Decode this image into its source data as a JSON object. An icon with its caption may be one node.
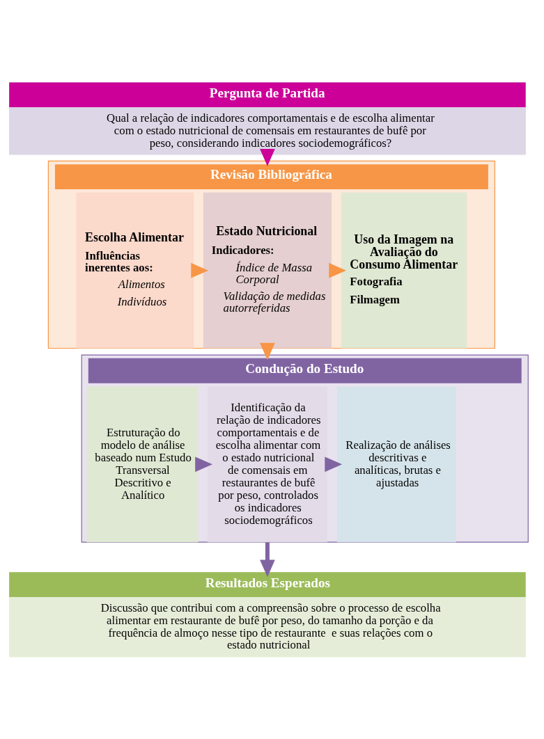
{
  "diagram": {
    "nodes": [
      {
        "text": [
          "Pergunta de Partida",
          "Qual a relação de indicadores comportamentais e de escolha alimentar com o estado nutricional de comensais em restaurantes de bufê por peso, considerando indicadores sociodemográficos?"
        ]
      },
      {
        "text": [
          "Revisão Bibliográfica"
        ]
      },
      {
        "text": [
          "Escolha Alimentar",
          "Influências inerentes aos:",
          "Alimentos",
          "Indivíduos"
        ],
        "in": 1
      },
      {
        "text": [
          "Estado Nutricional",
          "Indicadores:",
          "Índice de Massa Corporal",
          "Validação de medidas autorreferidas"
        ],
        "in": 1
      },
      {
        "text": [
          "Uso da Imagem na Avaliação do Consumo Alimentar",
          "Fotografia",
          "Filmagem"
        ],
        "in": 1
      },
      {
        "text": [
          "Condução do Estudo"
        ]
      },
      {
        "text": [
          "Estruturação do modelo de análise baseado num Estudo Transversal Descritivo e Analítico"
        ],
        "in": 5
      },
      {
        "text": [
          "Identificação da relação de indicadores comportamentais e de escolha alimentar com o estado nutricional de comensais em restaurantes de bufê por peso, controlados os indicadores sociodemográficos"
        ],
        "in": 5
      },
      {
        "text": [
          "Realização de análises descritivas e analíticas, brutas e ajustadas"
        ],
        "in": 5
      },
      {
        "text": [
          "Resultados Esperados",
          "Discussão que contribui com a compreensão sobre o processo de escolha alimentar em restaurante de bufê por peso, do tamanho da porção e da frequência de almoço nesse tipo de restaurante  e suas relações com o estado nutricional"
        ]
      }
    ],
    "edges": [
      {
        "from": 0,
        "to": 1,
        "arrow": "to",
        "color": "#cc0099"
      },
      {
        "from": 2,
        "to": 3,
        "arrow": "to",
        "color": "#f79646"
      },
      {
        "from": 3,
        "to": 4,
        "arrow": "to",
        "color": "#f79646"
      },
      {
        "from": 1,
        "to": 5,
        "arrow": "to",
        "color": "#f79646"
      },
      {
        "from": 6,
        "to": 7,
        "arrow": "to",
        "color": "#8064a2"
      },
      {
        "from": 7,
        "to": 8,
        "arrow": "to",
        "color": "#8064a2"
      },
      {
        "from": 5,
        "to": 9,
        "arrow": "to",
        "color": "#8064a2"
      }
    ]
  }
}
